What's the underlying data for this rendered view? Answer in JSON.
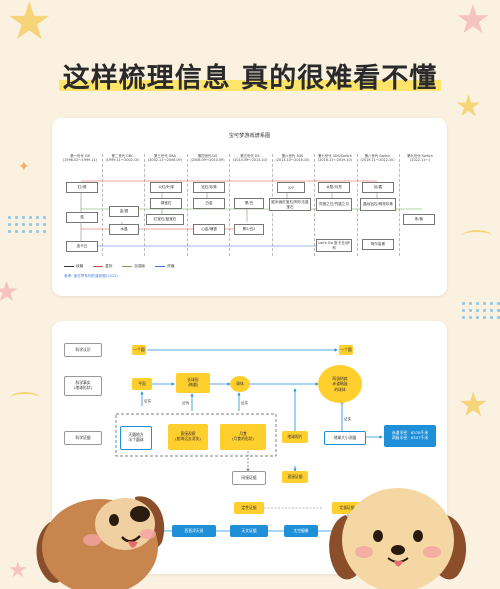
{
  "headline": "这样梳理信息  真的很难看不懂",
  "card1": {
    "title": "宝可梦游戏谱系图",
    "columns": [
      "第一世代 GB\n(1996.02～1999.11)",
      "第二世代 GBC\n(1999.11～2002.10)",
      "第三世代 GBA\n(2002.11～2006.09)",
      "第四世代 DS\n(2006.09～2010.09)",
      "第五世代 DS\n(2010.09～2013.10)",
      "第六世代 3DS\n(2013.10～2016.10)",
      "第七世代 3DS/Switch\n(2016.11～2019.10)",
      "第八世代 Switch\n(2019.11～2022.10)",
      "第九世代 Switch\n(2022.11～)"
    ],
    "boxes": [
      "红/绿",
      "蓝",
      "皮卡丘",
      "金/银",
      "水晶",
      "火红/叶绿",
      "绿宝石",
      "红宝石/蓝宝石",
      "钻石/珍珠",
      "白金",
      "心金/魂银",
      "黑/白",
      "黑2/白2",
      "X/Y",
      "欧米伽红宝石/阿尔法蓝宝石",
      "太阳/月亮",
      "究极之日/究极之月",
      "Let's Go 皮卡丘/伊布",
      "剑/盾",
      "晶灿钻石/明亮珍珠",
      "阿尔宙斯",
      "朱/紫"
    ],
    "legend": [
      "续篇",
      "复刻",
      "加强版",
      "改编"
    ],
    "footnote": "参考: 宝可梦系列的谱系图(2023)"
  },
  "card2": {
    "rows": [
      "科学认识",
      "科学事实\n(地球形状)",
      "科学证据"
    ],
    "top_from": "一个圆",
    "top_to": "一个圆",
    "left_ball": "平面",
    "mid_1": "长球形\n(椭圆)",
    "mid_2": "球体",
    "right_oval": "两极稍扁\n赤道略鼓\n的球体",
    "hypothesis": "天圆地方\n半个圆球",
    "evidence_1": "直接观察\n(航海远去消失)",
    "evidence_2": "月食\n(月食的形状)",
    "photo": "地球照片",
    "measure": "地球大小测量",
    "values": "赤道半径：6378千米\n两极半径：6357千米",
    "confirm_1": "证实",
    "confirm_2": "证伪",
    "confirm_3": "证实",
    "confirm_4": "证实",
    "indirect": "间接证据",
    "direct": "直接证据",
    "qual": "定性证据",
    "quant": "定量证据",
    "bottom": [
      "西晋浑天说",
      "天文证据",
      "太空摄像"
    ]
  },
  "colors": {
    "yellow": "#ffcf2e",
    "blue": "#1f8fd8",
    "bg": "#fbf1e0"
  }
}
